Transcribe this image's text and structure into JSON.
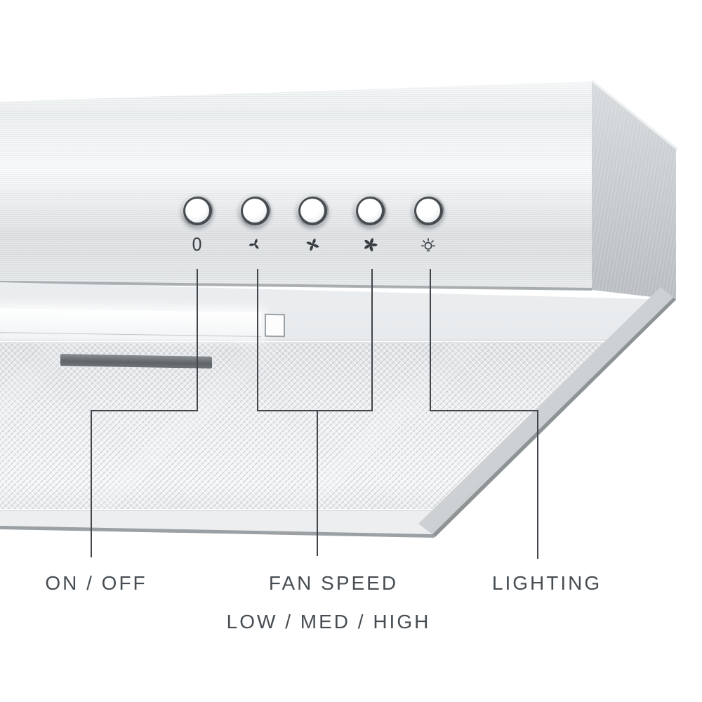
{
  "labels": {
    "on_off": "ON / OFF",
    "fan_speed": "FAN SPEED",
    "fan_levels": "LOW / MED / HIGH",
    "lighting": "LIGHTING"
  },
  "controls": {
    "buttons": [
      {
        "name": "power-button",
        "icon": "zero-icon",
        "glyph": "0"
      },
      {
        "name": "fan-low-button",
        "icon": "fan-low-icon"
      },
      {
        "name": "fan-medium-button",
        "icon": "fan-medium-icon"
      },
      {
        "name": "fan-high-button",
        "icon": "fan-high-icon"
      },
      {
        "name": "light-button",
        "icon": "light-bulb-icon"
      }
    ]
  },
  "colors": {
    "background": "#ffffff",
    "annotation_line": "#41464c",
    "label_text": "#474d52",
    "icon_ink": "#383d42",
    "steel_highlight": "#f7f9fa",
    "steel_mid": "#dde0e2",
    "steel_shadow": "#a9adb0"
  }
}
